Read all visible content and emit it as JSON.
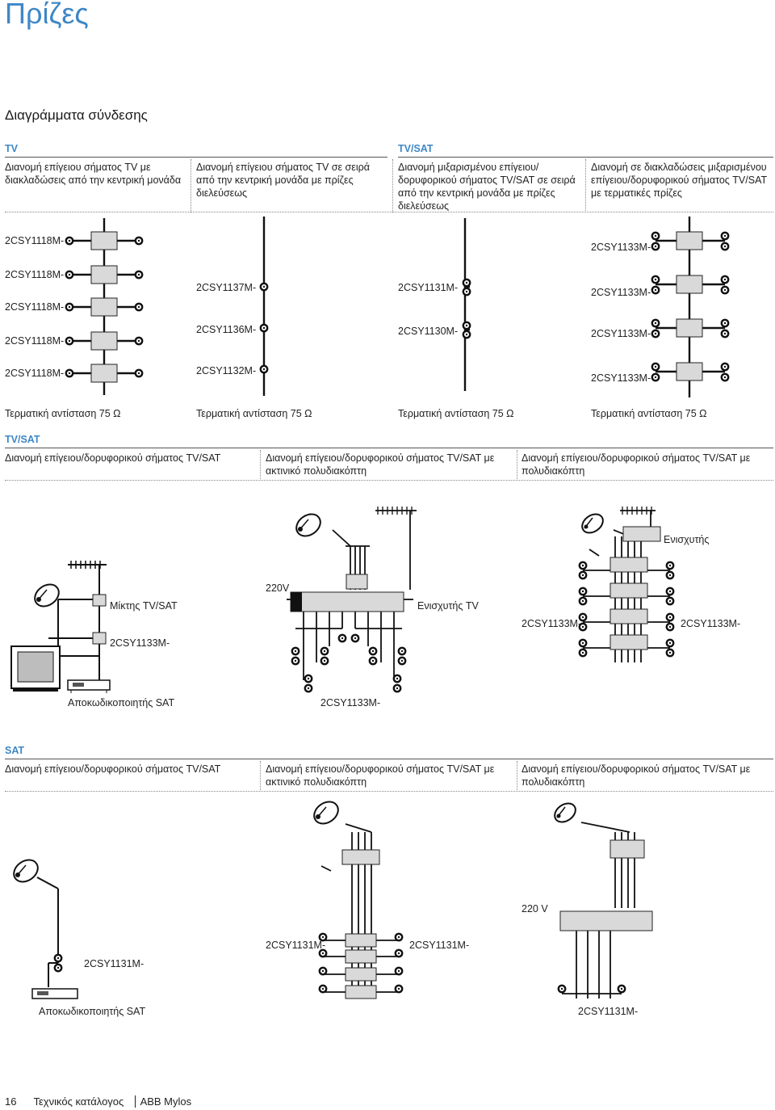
{
  "page_title": "Πρίζες",
  "subtitle": "Διαγράμματα σύνδεσης",
  "sections": {
    "tv": {
      "heading": "TV",
      "col1": "Διανομή επίγειου σήματος TV με διακλαδώσεις από την κεντρική μονάδα",
      "col2": "Διανομή επίγειου σήματος TV σε σειρά από την κεντρική μονάδα με πρίζες διελεύσεως"
    },
    "tvsat_top": {
      "heading": "TV/SAT",
      "col3": "Διανομή μιξαρισμένου επίγειου/ δορυφορικού σήματος TV/SAT σε σειρά από την κεντρική μονάδα με πρίζες διελεύσεως",
      "col4": "Διανομή σε διακλαδώσεις μιξαρισμένου επίγειου/δορυφορικού σήματος TV/SAT με τερματικές πρίζες"
    },
    "tvsat": {
      "heading": "TV/SAT",
      "col1": "Διανομή επίγειου/δορυφορικού σήματος TV/SAT",
      "col2": "Διανομή επίγειου/δορυφορικού σήματος TV/SAT με ακτινικό πολυδιακόπτη",
      "col3": "Διανομή επίγειου/δορυφορικού σήματος TV/SAT με πολυδιακόπτη"
    },
    "sat": {
      "heading": "SAT",
      "col1": "Διανομή επίγειου/δορυφορικού σήματος TV/SAT",
      "col2": "Διανομή επίγειου/δορυφορικού σήματος TV/SAT με ακτινικό πολυδιακόπτη",
      "col3": "Διανομή επίγειου/δορυφορικού σήματος TV/SAT με πολυδιακόπτη"
    }
  },
  "labels": {
    "a1": "2CSY1118M-",
    "a2": "2CSY1118M-",
    "a3": "2CSY1118M-",
    "a4": "2CSY1118M-",
    "a5": "2CSY1118M-",
    "b1": "2CSY1137M-",
    "b2": "2CSY1136M-",
    "b3": "2CSY1132M-",
    "c1": "2CSY1131M-",
    "c2": "2CSY1130M-",
    "d1": "2CSY1133M-",
    "d2": "2CSY1133M-",
    "d3": "2CSY1133M-",
    "d4": "2CSY1133M-",
    "term": "Τερματική αντίσταση 75 Ω",
    "mixer": "Μίκτης TV/SAT",
    "tvsat_m1": "2CSY1133M-",
    "decoder": "Αποκωδικοποιητής SAT",
    "v220": "220V",
    "tv_amp": "Ενισχυτής TV",
    "tvsat_m2": "2CSY1133M-",
    "amp": "Ενισχυτής",
    "tvsat_m3": "2CSY1133M-",
    "tvsat_m4": "2CSY1133M-",
    "sat_m1": "2CSY1131M-",
    "sat_decoder": "Αποκωδικοποιητής SAT",
    "sat_m2": "2CSY1131M-",
    "sat_m3": "2CSY1131M-",
    "sat_220": "220 V",
    "sat_m4": "2CSY1131M-"
  },
  "footer": {
    "page_number": "16",
    "catalog": "Τεχνικός κατάλογος",
    "brand": "ABB Mylos"
  }
}
